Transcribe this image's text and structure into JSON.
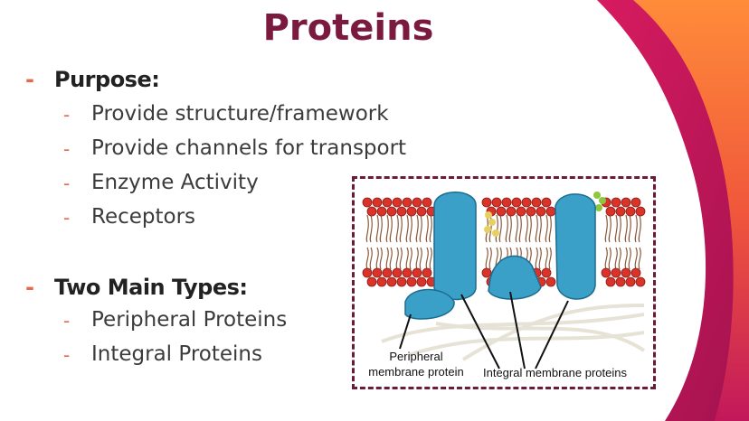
{
  "slide": {
    "title": "Proteins",
    "bullet_marker": "-",
    "sections": [
      {
        "heading": "Purpose:",
        "items": [
          "Provide structure/framework",
          "Provide channels for transport",
          "Enzyme Activity",
          "Receptors"
        ]
      },
      {
        "heading": "Two Main Types:",
        "items": [
          "Peripheral Proteins",
          "Integral Proteins"
        ]
      }
    ]
  },
  "figure": {
    "label_peripheral_line1": "Peripheral",
    "label_peripheral_line2": "membrane protein",
    "label_integral": "Integral membrane proteins"
  },
  "colors": {
    "title": "#7a1a3f",
    "dash": "#e8674d",
    "accent_gradient": [
      "#c2185b",
      "#f0573b",
      "#ff8f3c"
    ],
    "frame": "#6b1a3a",
    "protein": "#3aa0c8",
    "phospholipid_head": "#d9332a"
  }
}
